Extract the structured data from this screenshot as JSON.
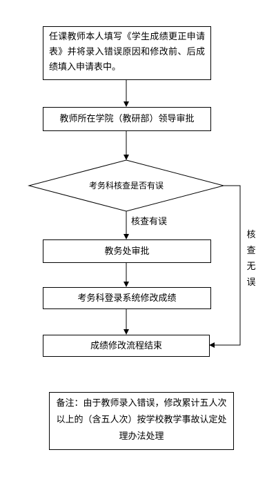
{
  "steps": {
    "step1": "任课教师本人填写《学生成绩更正申请表》并将录入错误原因和修改前、后成绩填入申请表中。",
    "step2": "教师所在学院（教研部）领导审批",
    "decision": "考务科核查是否有误",
    "yes_label": "核查有误",
    "no_label": [
      "核",
      "查",
      "无",
      "误"
    ],
    "step3": "教务处审批",
    "step4": "考务科登录系统修改成绩",
    "end": "成绩修改流程结束"
  },
  "note": "备注：由于教师录入错误，修改累计五人次以上的（含五人次）按学校教学事故认定处理办法处理"
}
